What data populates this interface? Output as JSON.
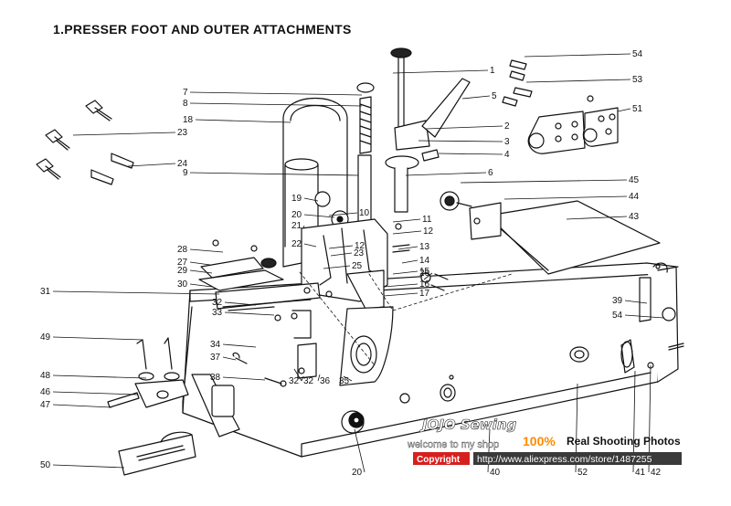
{
  "title": "1.PRESSER FOOT AND OUTER ATTACHMENTS",
  "callouts": [
    {
      "label": "1"
    },
    {
      "label": "2"
    },
    {
      "label": "3"
    },
    {
      "label": "4"
    },
    {
      "label": "5"
    },
    {
      "label": "6"
    },
    {
      "label": "7"
    },
    {
      "label": "8"
    },
    {
      "label": "9"
    },
    {
      "label": "10"
    },
    {
      "label": "11"
    },
    {
      "label": "12"
    },
    {
      "label": "12"
    },
    {
      "label": "13"
    },
    {
      "label": "14"
    },
    {
      "label": "15"
    },
    {
      "label": "16"
    },
    {
      "label": "17"
    },
    {
      "label": "18"
    },
    {
      "label": "19"
    },
    {
      "label": "20"
    },
    {
      "label": "20"
    },
    {
      "label": "21"
    },
    {
      "label": "22"
    },
    {
      "label": "23"
    },
    {
      "label": "23"
    },
    {
      "label": "24"
    },
    {
      "label": "25"
    },
    {
      "label": "26"
    },
    {
      "label": "27"
    },
    {
      "label": "28"
    },
    {
      "label": "29"
    },
    {
      "label": "30"
    },
    {
      "label": "31"
    },
    {
      "label": "32"
    },
    {
      "label": "32"
    },
    {
      "label": "32"
    },
    {
      "label": "33"
    },
    {
      "label": "34"
    },
    {
      "label": "35"
    },
    {
      "label": "36"
    },
    {
      "label": "37"
    },
    {
      "label": "38"
    },
    {
      "label": "39"
    },
    {
      "label": "40"
    },
    {
      "label": "41"
    },
    {
      "label": "42"
    },
    {
      "label": "43"
    },
    {
      "label": "44"
    },
    {
      "label": "45"
    },
    {
      "label": "46"
    },
    {
      "label": "47"
    },
    {
      "label": "48"
    },
    {
      "label": "49"
    },
    {
      "label": "50"
    },
    {
      "label": "51"
    },
    {
      "label": "52"
    },
    {
      "label": "53"
    },
    {
      "label": "54"
    },
    {
      "label": "54"
    }
  ],
  "watermark": {
    "brand": "JOJO Sewing",
    "welcome": "welcome to my shop",
    "percent": "100%",
    "real": "Real Shooting Photos",
    "copyright": "Copyright",
    "url": "http://www.aliexpress.com/store/1487255"
  }
}
